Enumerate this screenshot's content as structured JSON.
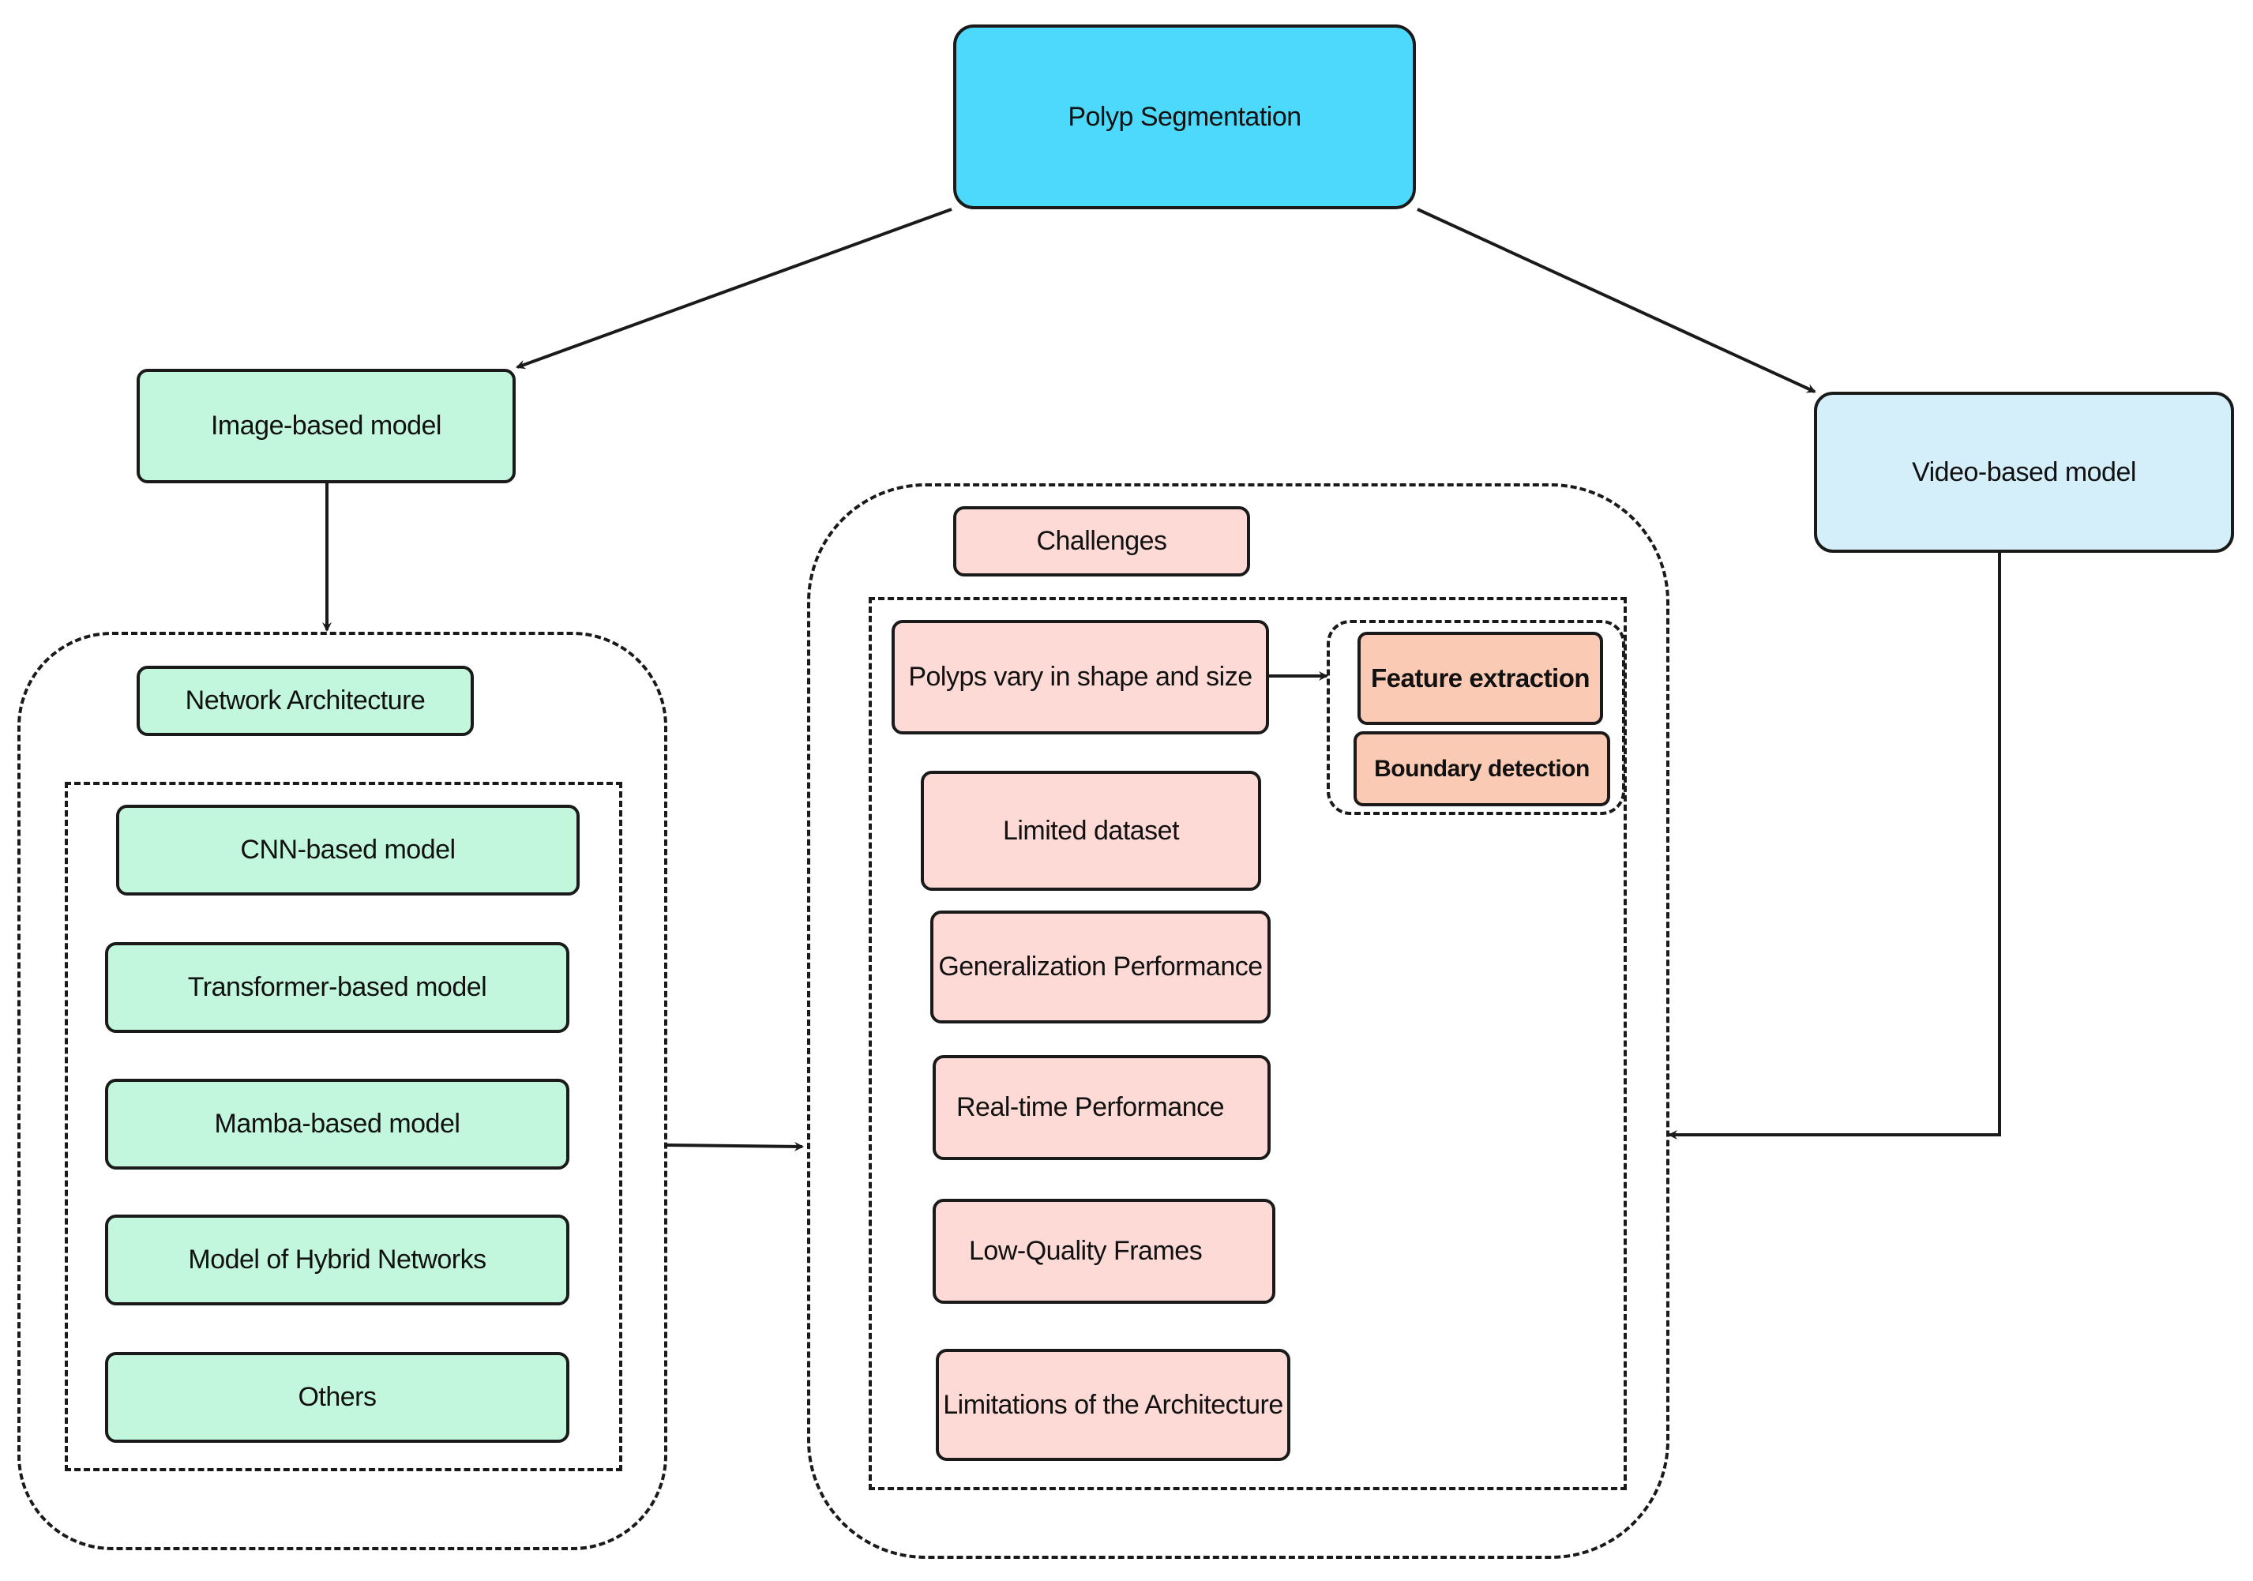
{
  "diagram": {
    "root": "Polyp Segmentation",
    "image_model": "Image-based model",
    "video_model": "Video-based model",
    "network_architecture": {
      "title": "Network Architecture",
      "items": [
        "CNN-based model",
        "Transformer-based model",
        "Mamba-based model",
        "Model of Hybrid Networks",
        "Others"
      ]
    },
    "challenges": {
      "title": "Challenges",
      "items": [
        "Polyps vary in shape and size",
        "Limited dataset",
        "Generalization Performance",
        "Real-time Performance",
        "Low-Quality Frames",
        "Limitations of the Architecture"
      ],
      "sub_items": [
        "Feature extraction",
        "Boundary detection"
      ]
    }
  },
  "colors": {
    "root": "#4dd9fb",
    "image_branch": "#c3f7dd",
    "video_branch": "#d4effa",
    "challenge": "#fddad6",
    "sub_challenge": "#fbcab5"
  }
}
